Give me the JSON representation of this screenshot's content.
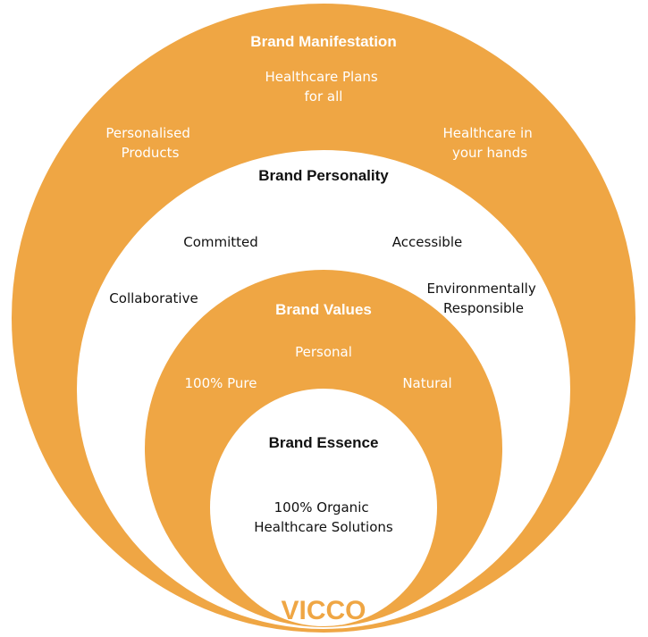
{
  "colors": {
    "accent": "#EFA644",
    "background": "#FFFFFF",
    "dark_text": "#111111",
    "light_text": "#FFFFFF"
  },
  "manifestation": {
    "title": "Brand Manifestation",
    "items": [
      [
        "Healthcare Plans",
        "for all"
      ],
      [
        "Personalised",
        "Products"
      ],
      [
        "Healthcare in",
        "your hands"
      ]
    ]
  },
  "personality": {
    "title": "Brand Personality",
    "items": [
      [
        "Committed"
      ],
      [
        "Accessible"
      ],
      [
        "Collaborative"
      ],
      [
        "Environmentally",
        "Responsible"
      ]
    ]
  },
  "values": {
    "title": "Brand Values",
    "items": [
      [
        "Personal"
      ],
      [
        "100% Pure"
      ],
      [
        "Natural"
      ]
    ]
  },
  "essence": {
    "title": "Brand Essence",
    "description": [
      "100% Organic",
      "Healthcare Solutions"
    ]
  },
  "logo": {
    "text": "VICCO"
  }
}
